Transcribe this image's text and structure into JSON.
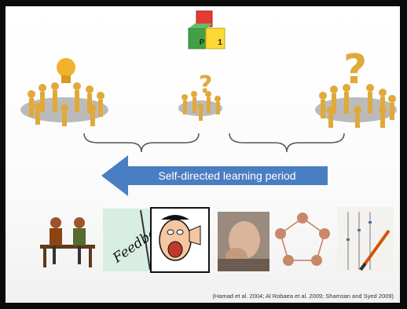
{
  "cubes": {
    "top_letter": "",
    "left_letter": "P",
    "right_letter": "1",
    "colors": {
      "top": "#e53935",
      "left": "#43a047",
      "right": "#fdd835"
    }
  },
  "arrow": {
    "label": "Self-directed learning period",
    "color": "#4a7ec2"
  },
  "citation": "(Hamad et al. 2004; Al Robaea et al. 2009; Shamsan and Syed 2009)",
  "people_groups": [
    {
      "name": "group-with-lightbulb",
      "symbol": "lightbulb"
    },
    {
      "name": "group-with-small-question-mark",
      "symbol": "question-mark"
    },
    {
      "name": "group-with-large-question-mark",
      "symbol": "question-mark"
    }
  ],
  "bottom_images": [
    {
      "name": "two-people-at-desk",
      "kind": "clipart"
    },
    {
      "name": "feedback-card",
      "kind": "clipart",
      "text": "Feedback"
    },
    {
      "name": "shouting-man-cartoon",
      "kind": "clipart"
    },
    {
      "name": "stressed-person-photo",
      "kind": "photo"
    },
    {
      "name": "network-circle-of-people",
      "kind": "clipart"
    },
    {
      "name": "pen-and-chart",
      "kind": "photo"
    }
  ]
}
